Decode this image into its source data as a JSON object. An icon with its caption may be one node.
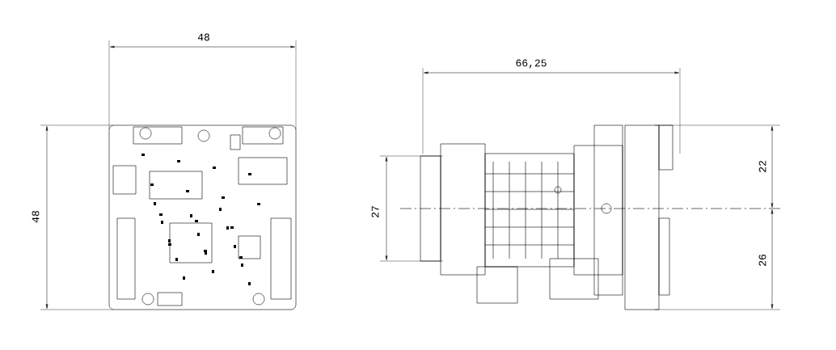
{
  "diagram": {
    "labels": [
      "48",
      "66,25",
      "48",
      "27",
      "22",
      "26"
    ]
  }
}
